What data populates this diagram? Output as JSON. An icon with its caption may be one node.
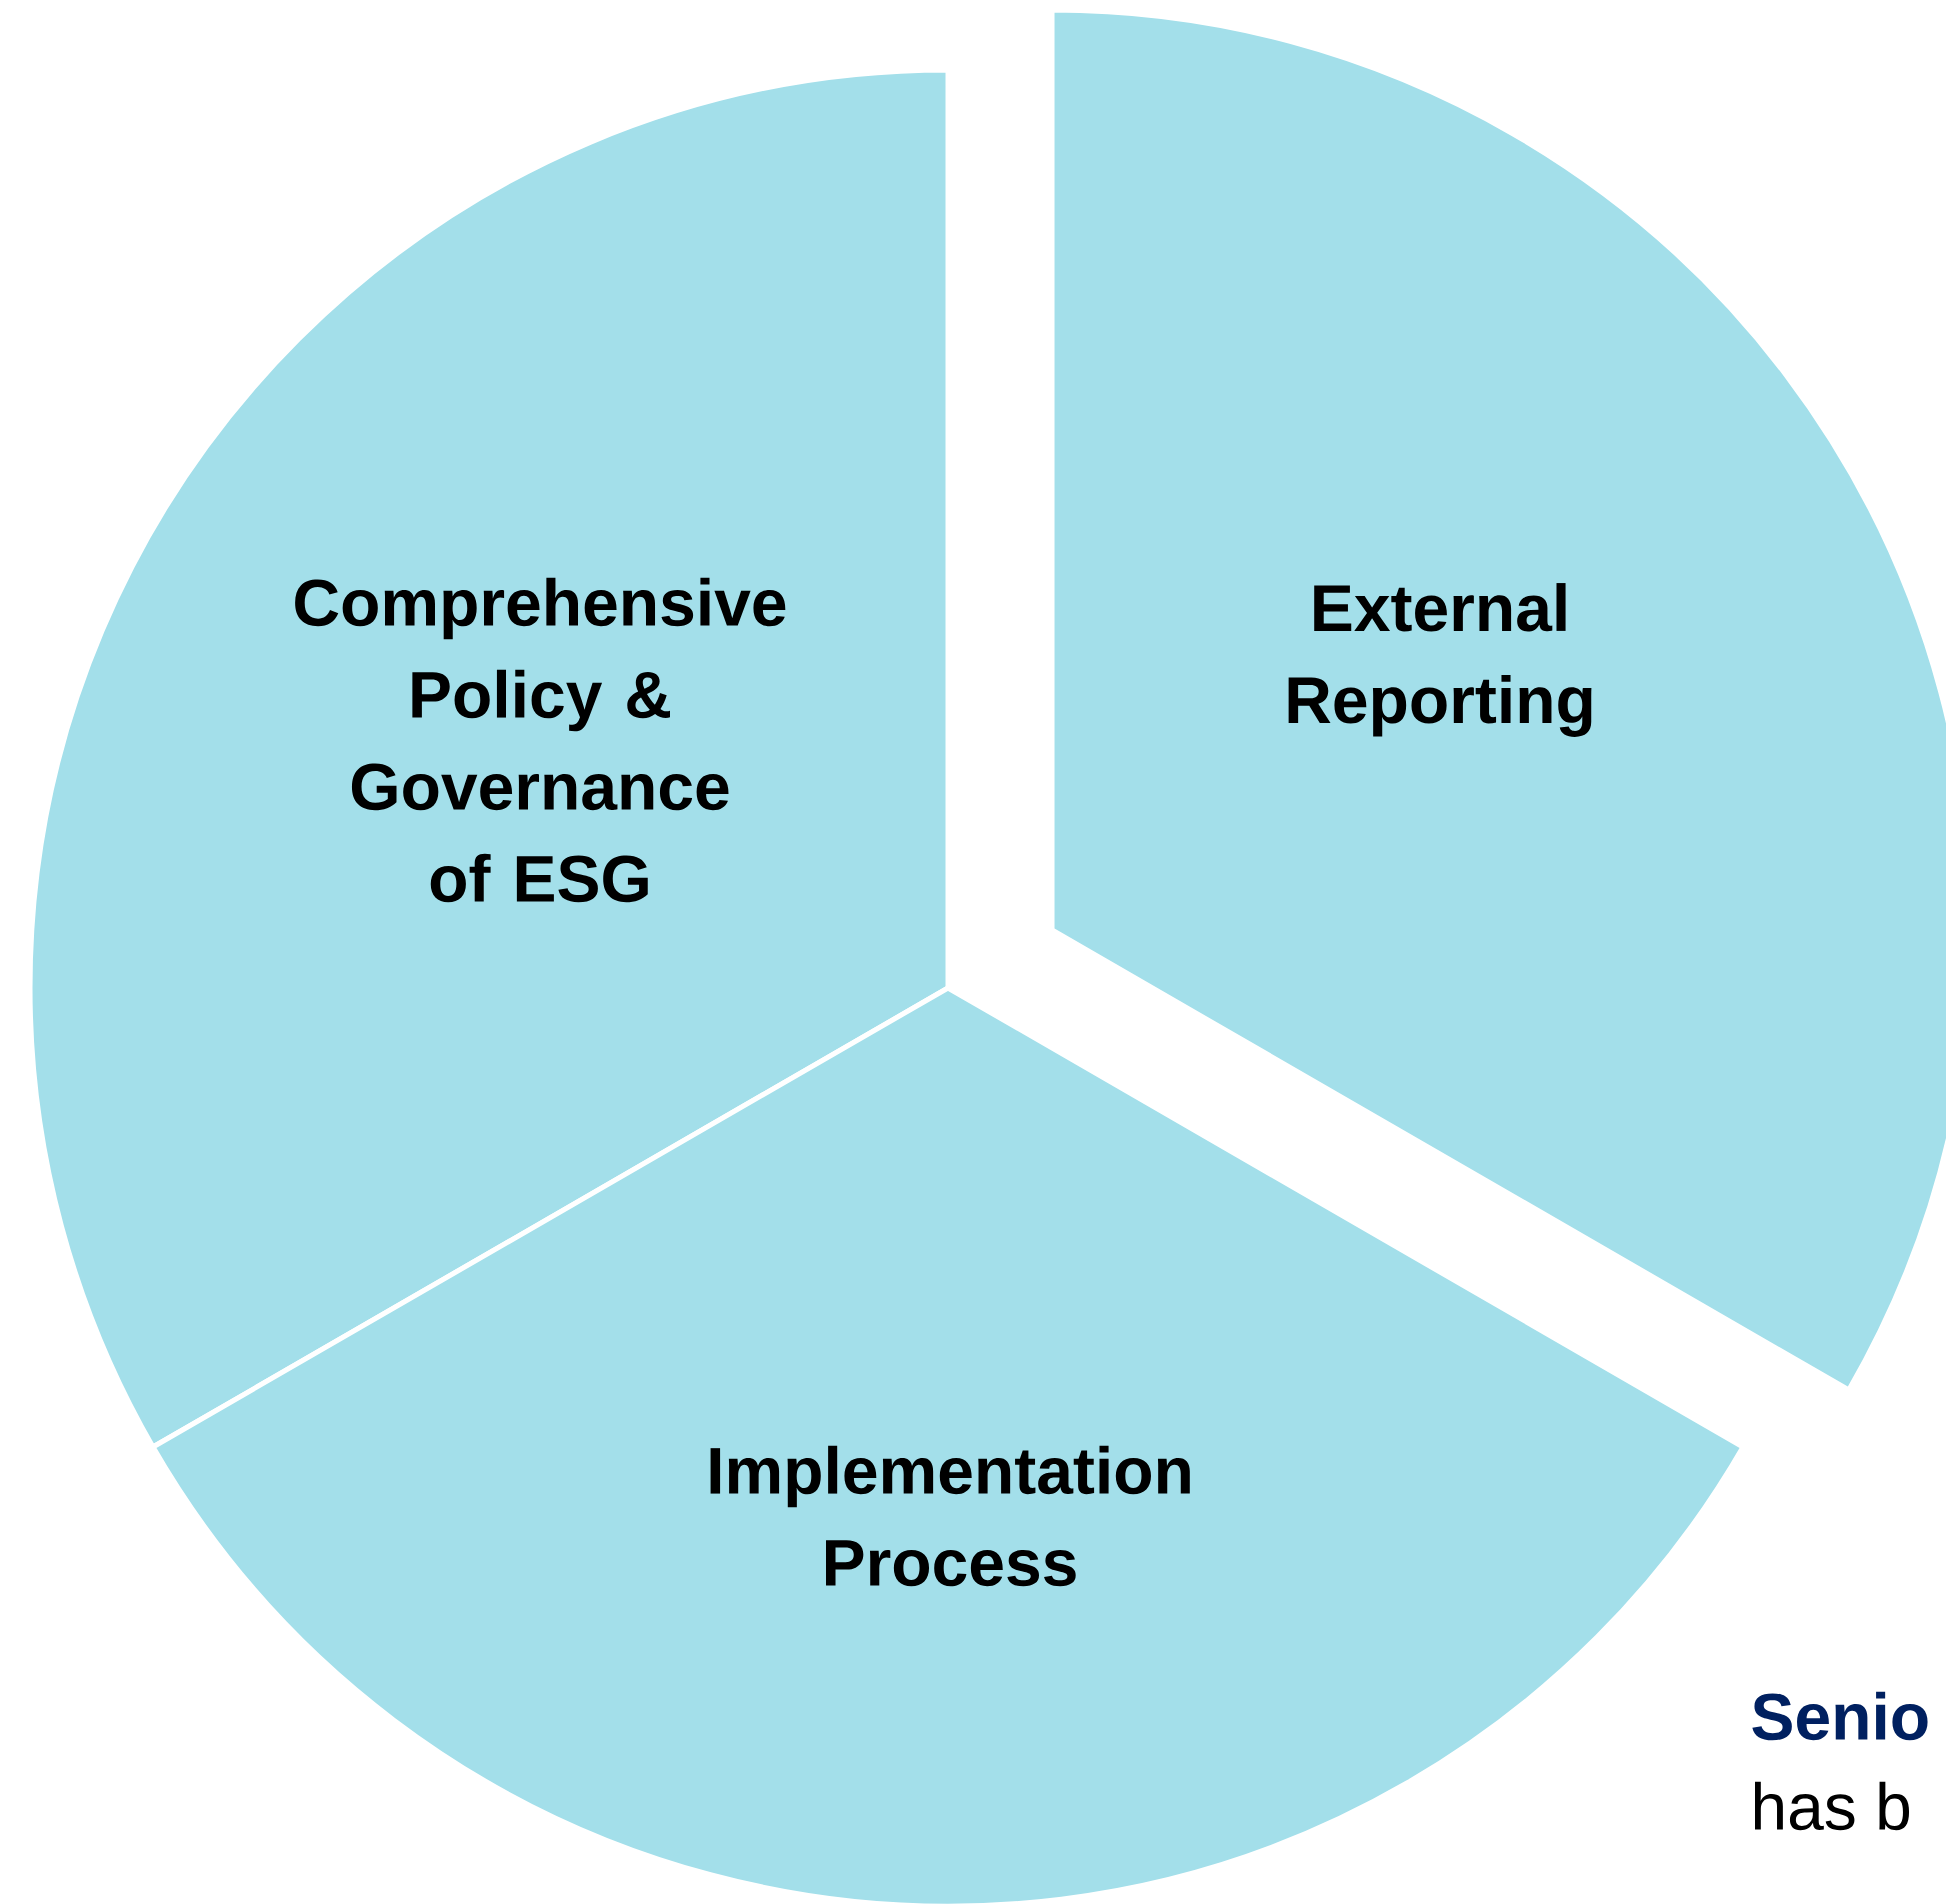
{
  "diagram": {
    "nodes": [
      {
        "text": [
          "Comprehensive Policy & Governance of ESG"
        ]
      },
      {
        "text": [
          "External Reporting"
        ]
      },
      {
        "text": [
          "Implementation Process"
        ]
      }
    ],
    "labels": [
      "Senio",
      "has b"
    ]
  }
}
